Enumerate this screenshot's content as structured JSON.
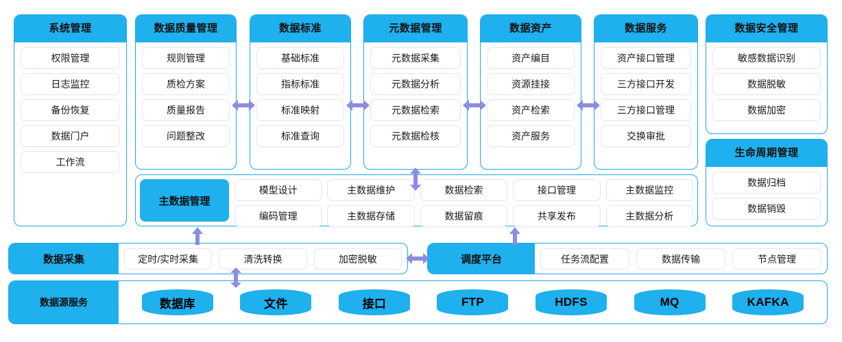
{
  "theme": {
    "header_blue": "#1FB0EE",
    "border_blue": "#1FA7E8",
    "arrow_purple": "#8C8CE0",
    "item_border": "#E2E6EF",
    "page_bg": "#FFFFFF"
  },
  "columns": [
    {
      "id": "system-management",
      "title": "系统管理",
      "items": [
        "权限管理",
        "日志监控",
        "备份恢复",
        "数据门户",
        "工作流"
      ]
    },
    {
      "id": "data-quality-management",
      "title": "数据质量管理",
      "items": [
        "规则管理",
        "质检方案",
        "质量报告",
        "问题整改"
      ]
    },
    {
      "id": "data-standard",
      "title": "数据标准",
      "items": [
        "基础标准",
        "指标标准",
        "标准映射",
        "标准查询"
      ]
    },
    {
      "id": "metadata-management",
      "title": "元数据管理",
      "items": [
        "元数据采集",
        "元数据分析",
        "元数据检索",
        "元数据检核"
      ]
    },
    {
      "id": "data-asset",
      "title": "数据资产",
      "items": [
        "资产编目",
        "资源挂接",
        "资产检索",
        "资产服务"
      ]
    },
    {
      "id": "data-service",
      "title": "数据服务",
      "items": [
        "资产接口管理",
        "三方接口开发",
        "三方接口管理",
        "交换审批"
      ]
    },
    {
      "id": "data-security-management",
      "title": "数据安全管理",
      "items": [
        "敏感数据识别",
        "数据脱敏",
        "数据加密"
      ]
    },
    {
      "id": "lifecycle-management",
      "title": "生命周期管理",
      "items": [
        "数据归档",
        "数据销毁"
      ]
    }
  ],
  "master_data": {
    "title": "主数据管理",
    "items": [
      "模型设计",
      "主数据维护",
      "数据检索",
      "接口管理",
      "主数据监控",
      "编码管理",
      "主数据存储",
      "数据留痕",
      "共享发布",
      "主数据分析"
    ]
  },
  "data_collection": {
    "title": "数据采集",
    "items": [
      "定时/实时采集",
      "清洗转换",
      "加密脱敏"
    ]
  },
  "schedule_platform": {
    "title": "调度平台",
    "items": [
      "任务流配置",
      "数据传输",
      "节点管理"
    ]
  },
  "data_source_service": {
    "title": "数据源服务",
    "items": [
      "数据库",
      "文件",
      "接口",
      "FTP",
      "HDFS",
      "MQ",
      "KAFKA"
    ]
  },
  "arrows": [
    {
      "name": "arrow-quality-to-standard",
      "direction": "horizontal-both"
    },
    {
      "name": "arrow-standard-to-metadata",
      "direction": "horizontal-both"
    },
    {
      "name": "arrow-metadata-to-asset",
      "direction": "horizontal-both"
    },
    {
      "name": "arrow-asset-to-service",
      "direction": "horizontal-both"
    },
    {
      "name": "arrow-metadata-to-masterdata",
      "direction": "vertical-both"
    },
    {
      "name": "arrow-masterdata-to-collection",
      "direction": "vertical-up"
    },
    {
      "name": "arrow-masterdata-to-schedule",
      "direction": "vertical-down"
    },
    {
      "name": "arrow-collection-to-schedule",
      "direction": "horizontal-both"
    },
    {
      "name": "arrow-collection-to-source",
      "direction": "vertical-both"
    }
  ]
}
